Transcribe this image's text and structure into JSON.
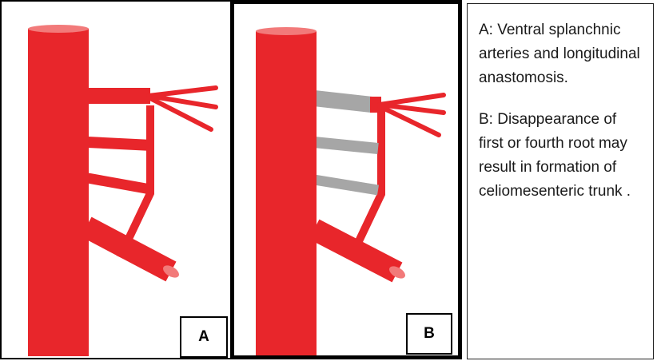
{
  "panels": {
    "a": {
      "label": "A"
    },
    "b": {
      "label": "B"
    }
  },
  "captions": {
    "a": "A: Ventral splanchnic arteries and longitudinal anastomosis.",
    "b": "B: Disappearance of first or fourth root may result in formation of celiomesenteric trunk ."
  },
  "colors": {
    "artery": "#e8262b",
    "artery_top": "#f27a7a",
    "regressed_root": "#a6a6a6",
    "border": "#000000"
  }
}
